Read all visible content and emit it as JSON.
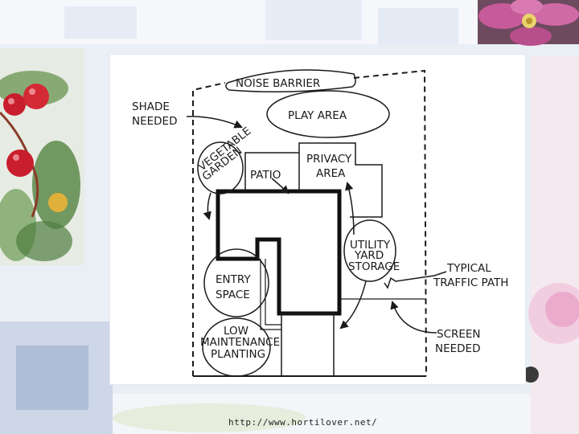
{
  "labels": {
    "noise_barrier": "NOISE BARRIER",
    "shade_needed_1": "SHADE",
    "shade_needed_2": "NEEDED",
    "play_area": "PLAY AREA",
    "vegetable_1": "VEGETABLE",
    "vegetable_2": "GARDEN",
    "patio": "PATIO",
    "privacy_1": "PRIVACY",
    "privacy_2": "AREA",
    "utility_1": "UTILITY",
    "utility_2": "YARD",
    "utility_3": "STORAGE",
    "typical_1": "TYPICAL",
    "typical_2": "TRAFFIC PATH",
    "entry_1": "ENTRY",
    "entry_2": "SPACE",
    "low_1": "LOW",
    "low_2": "MAINTENANCE",
    "low_3": "PLANTING",
    "screen_1": "SCREEN",
    "screen_2": "NEEDED"
  },
  "footer": {
    "url": "http://www.hortilover.net/"
  },
  "colors": {
    "ink": "#1a1a1a",
    "berry_red": "#c81e2d",
    "leaf_green": "#5d8a4a",
    "flower_pink": "#c75a9a"
  }
}
